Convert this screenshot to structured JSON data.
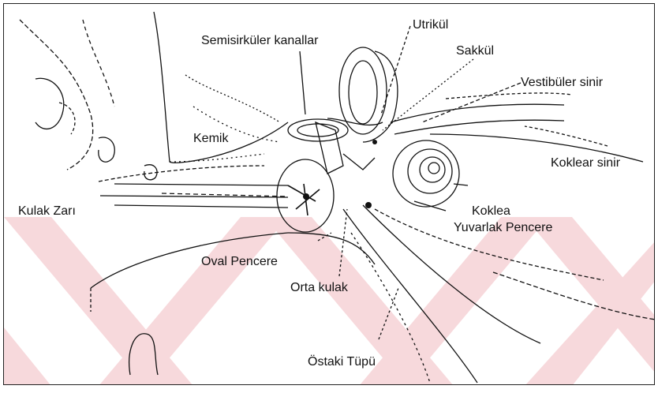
{
  "labels": {
    "semicircular": "Semisirküler kanallar",
    "utricle": "Utrikül",
    "saccule": "Sakkül",
    "vestibular": "Vestibüler sinir",
    "cochlear_nerve": "Koklear sinir",
    "bone": "Kemik",
    "eardrum": "Kulak Zarı",
    "cochlea": "Koklea",
    "round_window": "Yuvarlak Pencere",
    "oval_window": "Oval Pencere",
    "middle_ear": "Orta kulak",
    "eustachian": "Östaki Tüpü"
  },
  "colors": {
    "line": "#111111",
    "watermark": "#f6d3d6"
  }
}
